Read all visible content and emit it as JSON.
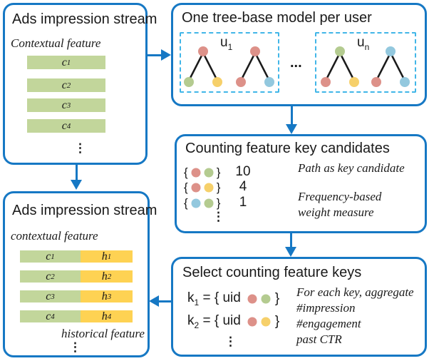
{
  "colors": {
    "border_blue": "#1678c4",
    "dashed_blue": "#41b6e8",
    "node_red": "#dd9189",
    "node_green": "#b4cb90",
    "node_yellow": "#f6d06a",
    "node_blue": "#93c8de",
    "bar_green": "#c2d69b",
    "bar_yellow": "#fed253"
  },
  "box_stream_top": {
    "title": "Ads impression stream",
    "subtitle": "Contextual feature",
    "bars": [
      {
        "label": "c",
        "sub": "1"
      },
      {
        "label": "c",
        "sub": "2"
      },
      {
        "label": "c",
        "sub": "3"
      },
      {
        "label": "c",
        "sub": "4"
      }
    ],
    "ellipsis": "⋮"
  },
  "box_tree": {
    "title": "One tree-base model per user",
    "between": "...",
    "groups": [
      {
        "label": "u",
        "sub": "1",
        "trees": [
          {
            "root": "#dd9189",
            "left": "#b4cb90",
            "right": "#f6d06a"
          },
          {
            "root": "#dd9189",
            "left": "#dd9189",
            "right": "#93c8de"
          }
        ]
      },
      {
        "label": "u",
        "sub": "n",
        "trees": [
          {
            "root": "#b4cb90",
            "left": "#dd9189",
            "right": "#f6d06a"
          },
          {
            "root": "#93c8de",
            "left": "#dd9189",
            "right": "#93c8de"
          }
        ]
      }
    ]
  },
  "box_counting": {
    "title": "Counting feature key candidates",
    "rows": [
      {
        "open": "{",
        "close": "}",
        "dots": [
          "#dd9189",
          "#b4cb90"
        ],
        "count": "10"
      },
      {
        "open": "{",
        "close": "}",
        "dots": [
          "#dd9189",
          "#f6d06a"
        ],
        "count": "4"
      },
      {
        "open": "{",
        "close": "}",
        "dots": [
          "#93c8de",
          "#b4cb90"
        ],
        "count": "1"
      }
    ],
    "ellipsis": "⋮",
    "note_right": "Path as key candidate",
    "note_lines": [
      "Frequency-based",
      "weight measure"
    ]
  },
  "box_select": {
    "title": "Select counting feature keys",
    "rows": [
      {
        "key": "k",
        "sub": "1",
        "prefix": " = { uid",
        "close": "}",
        "dots": [
          "#dd9189",
          "#b4cb90"
        ]
      },
      {
        "key": "k",
        "sub": "2",
        "prefix": " = { uid",
        "close": "}",
        "dots": [
          "#dd9189",
          "#f6d06a"
        ]
      }
    ],
    "ellipsis": "⋮",
    "notes": [
      "For each key, aggregate",
      "#impression",
      "#engagement",
      "past CTR"
    ]
  },
  "box_stream_bottom": {
    "title": "Ads impression stream",
    "subtitle": "contextual feature",
    "hist_label": "historical feature",
    "ellipsis": "⋮",
    "rows": [
      {
        "c": "c",
        "csub": "1",
        "h": "h",
        "hsub": "1"
      },
      {
        "c": "c",
        "csub": "2",
        "h": "h",
        "hsub": "2"
      },
      {
        "c": "c",
        "csub": "3",
        "h": "h",
        "hsub": "3"
      },
      {
        "c": "c",
        "csub": "4",
        "h": "h",
        "hsub": "4"
      }
    ]
  }
}
